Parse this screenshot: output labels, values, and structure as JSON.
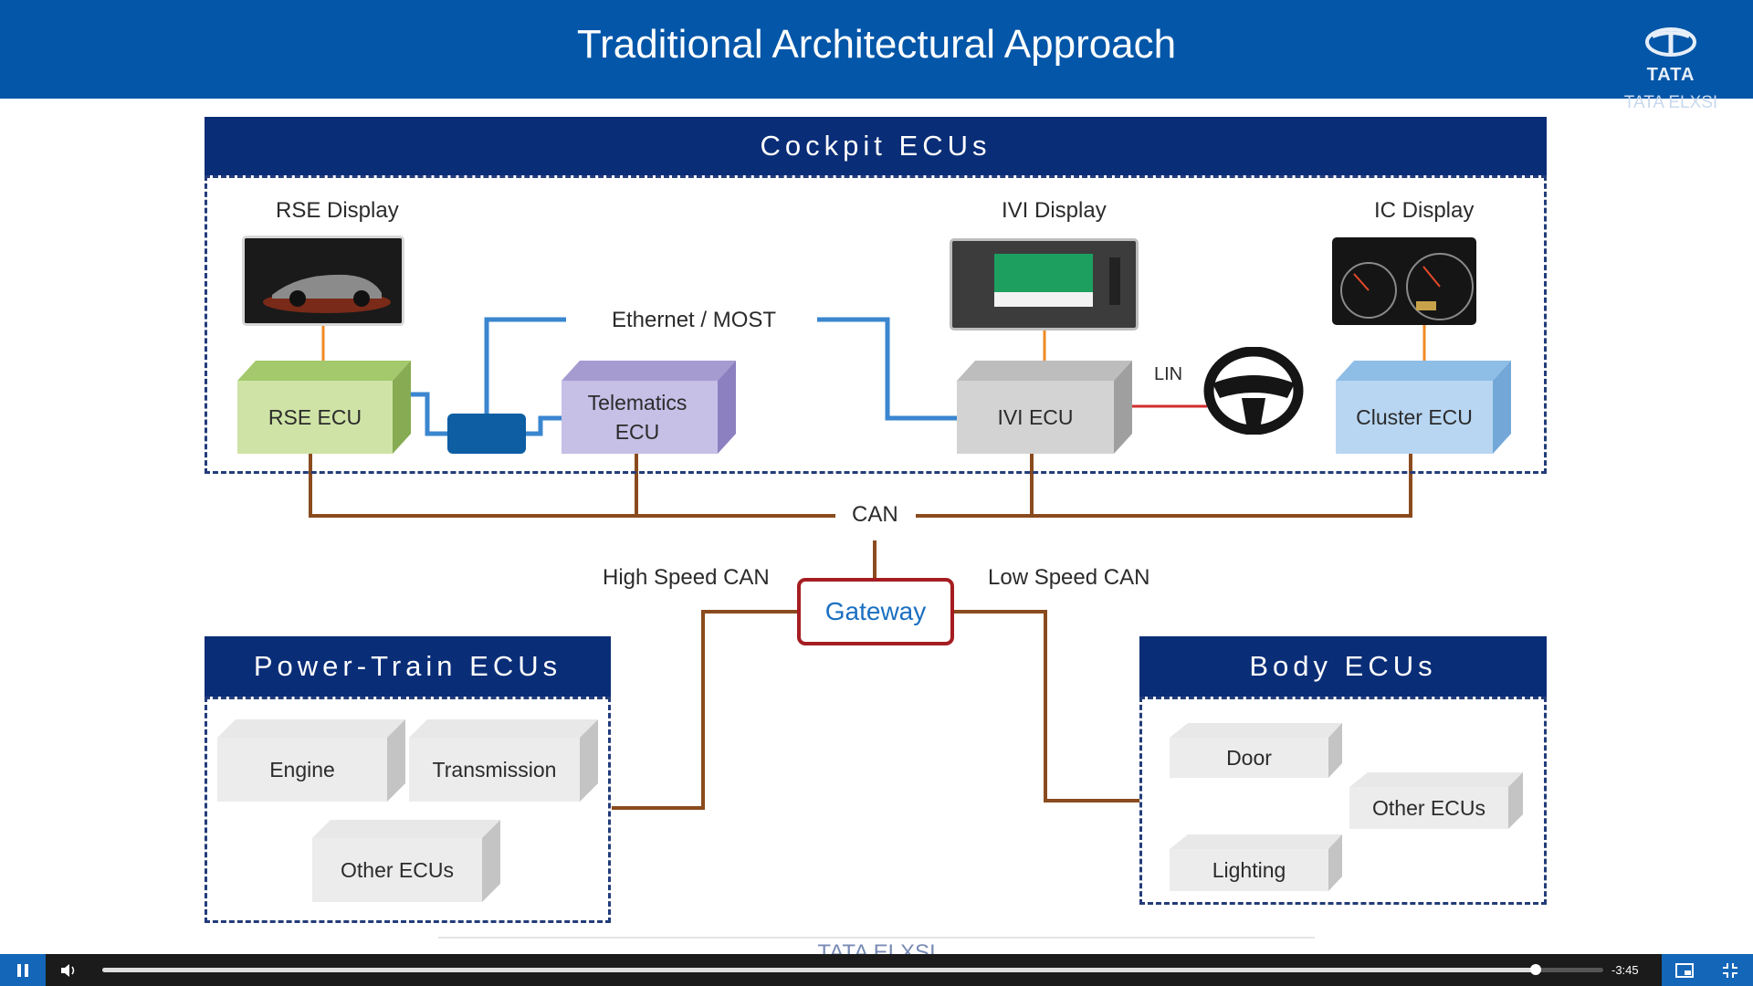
{
  "slide": {
    "title": "Traditional Architectural Approach",
    "logo_text": "TATA",
    "logo_sub": "TATA ELXSI",
    "footer_logo": "TATA ELXSI"
  },
  "cockpit": {
    "title": "Cockpit ECUs",
    "rse_display": "RSE Display",
    "ivi_display": "IVI Display",
    "ic_display": "IC Display",
    "rse_ecu": "RSE ECU",
    "telematics_ecu": "Telematics ECU",
    "ivi_ecu": "IVI ECU",
    "cluster_ecu": "Cluster ECU",
    "ethernet_label": "Ethernet / MOST",
    "lin_label": "LIN"
  },
  "bus": {
    "can_label": "CAN",
    "high_speed": "High Speed CAN",
    "low_speed": "Low Speed CAN",
    "gateway": "Gateway"
  },
  "powertrain": {
    "title": "Power-Train ECUs",
    "items": [
      "Engine",
      "Transmission",
      "Other ECUs"
    ]
  },
  "body": {
    "title": "Body ECUs",
    "items": [
      "Door",
      "Other ECUs",
      "Lighting"
    ]
  },
  "player": {
    "time_remaining": "-3:45",
    "progress": 0.955,
    "icons": {
      "play_pause": "pause-icon",
      "volume": "volume-icon",
      "pip": "picture-in-picture-icon",
      "fullscreen": "exit-fullscreen-icon"
    }
  },
  "colors": {
    "header_blue": "#0356a8",
    "banner_navy": "#0a2d77",
    "can_line": "#8a4b1e",
    "ethernet_line": "#3a86cf",
    "lin_line": "#d22d2d",
    "gateway_border": "#a51d22",
    "gateway_text": "#1a6fc1"
  }
}
